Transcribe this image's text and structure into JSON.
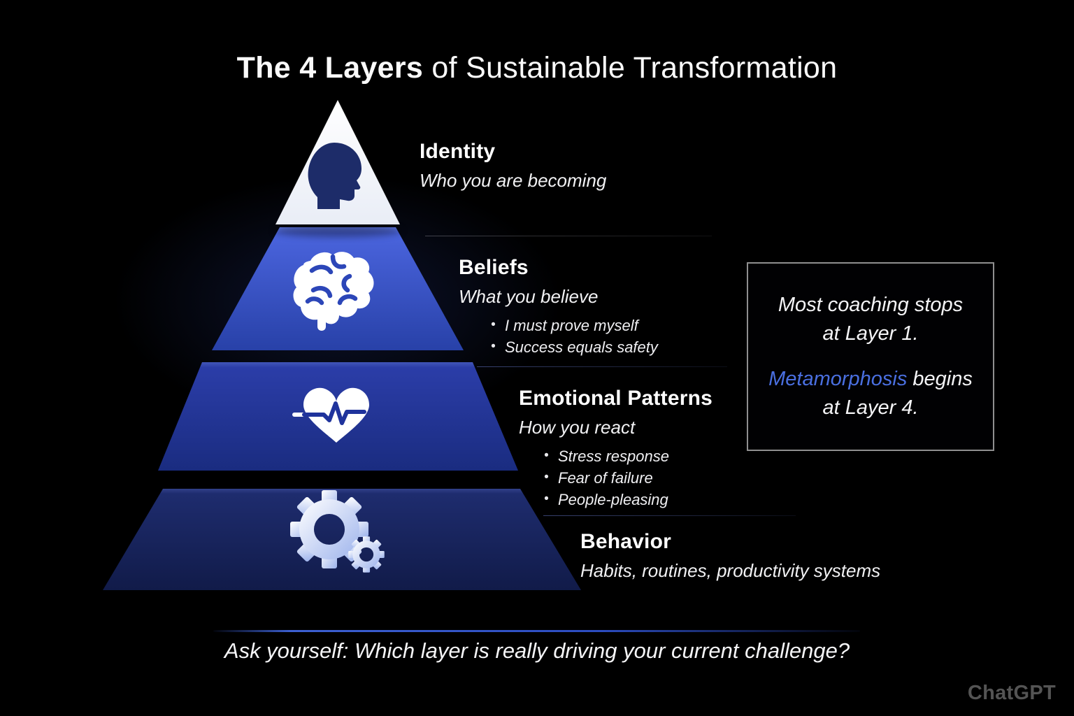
{
  "title": {
    "bold": "The 4 Layers",
    "rest": " of Sustainable Transformation"
  },
  "pyramid": {
    "layers": [
      {
        "name": "Identity",
        "subtitle": "Who you are becoming",
        "icon": "head-profile-icon",
        "color": "#f5f7fb",
        "bullets": []
      },
      {
        "name": "Beliefs",
        "subtitle": "What you believe",
        "icon": "brain-icon",
        "color": "#2d49bb",
        "bullets": [
          "I must prove myself",
          "Success equals safety"
        ]
      },
      {
        "name": "Emotional Patterns",
        "subtitle": "How you react",
        "icon": "heart-pulse-icon",
        "color": "#1f339c",
        "bullets": [
          "Stress response",
          "Fear of failure",
          "People-pleasing"
        ]
      },
      {
        "name": "Behavior",
        "subtitle": "Habits, routines, productivity systems",
        "icon": "gears-icon",
        "color": "#152260",
        "bullets": []
      }
    ]
  },
  "callout": {
    "line1": "Most coaching stops",
    "line2": "at Layer 1.",
    "highlight": "Metamorphosis",
    "after_highlight": " begins",
    "line4": "at Layer 4."
  },
  "footer_question": "Ask yourself: Which layer is really driving your current challenge?",
  "watermark": "ChatGPT",
  "colors": {
    "metamorphosis_blue": "#4a6fe0",
    "background": "#000000"
  }
}
